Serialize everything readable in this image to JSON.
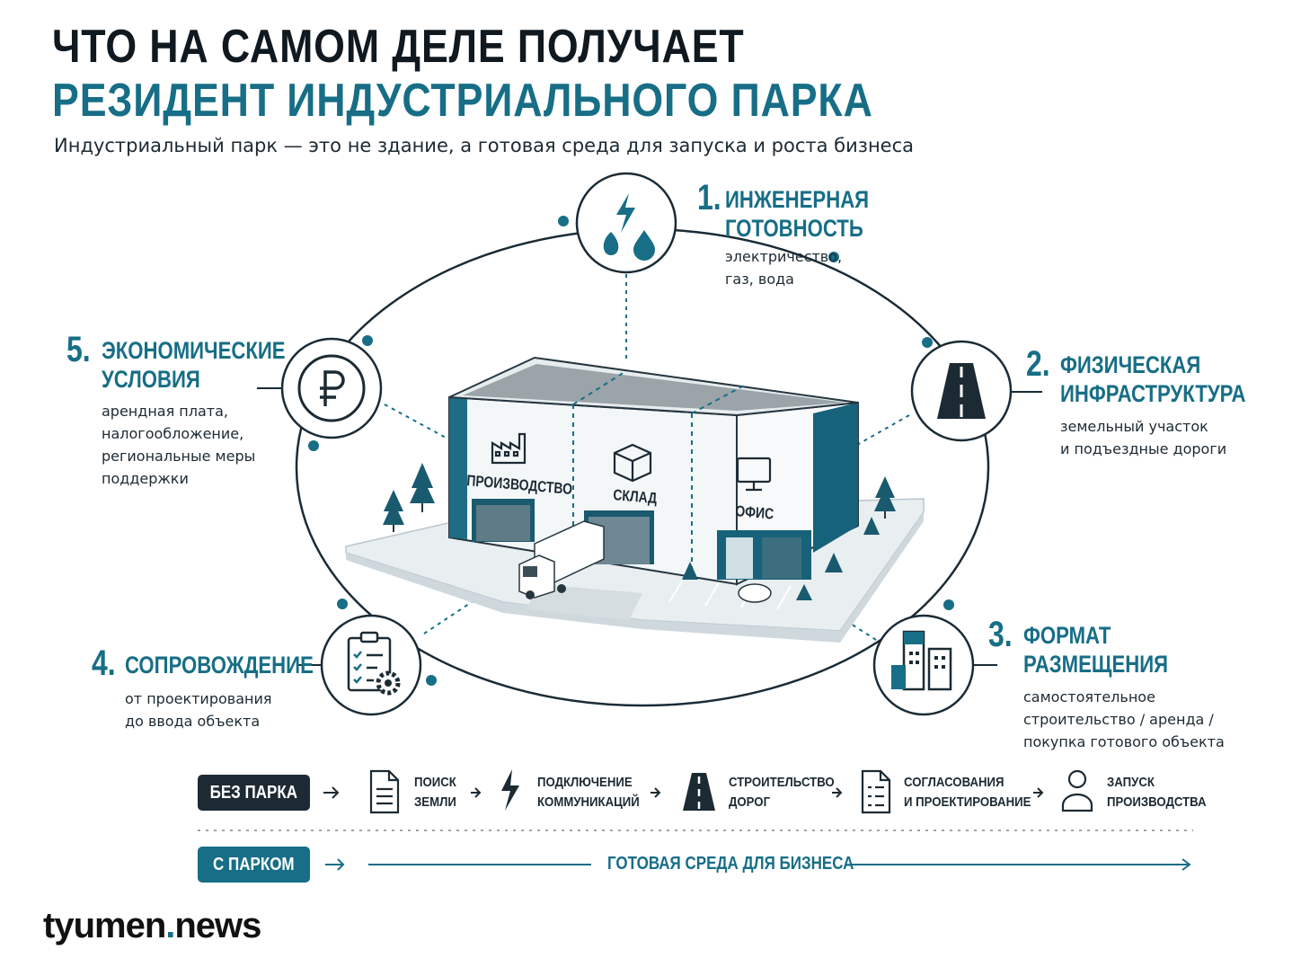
{
  "header": {
    "title_line1": "ЧТО НА САМОМ ДЕЛЕ ПОЛУЧАЕТ",
    "title_line2": "РЕЗИДЕНТ ИНДУСТРИАЛЬНОГО ПАРКА",
    "subtitle": "Индустриальный парк — это не здание, а готовая среда для запуска и роста бизнеса"
  },
  "colors": {
    "accent": "#176e86",
    "dark": "#1c2a33",
    "pill_dark": "#1e2a33",
    "line": "#1a2b36"
  },
  "building": {
    "zones": [
      {
        "label": "ПРОИЗВОДСТВО",
        "icon": "factory-icon"
      },
      {
        "label": "СКЛАД",
        "icon": "box-icon"
      },
      {
        "label": "ОФИС",
        "icon": "monitor-icon"
      }
    ]
  },
  "benefits": [
    {
      "number": "1.",
      "title": [
        "ИНЖЕНЕРНАЯ",
        "ГОТОВНОСТЬ"
      ],
      "desc": [
        "электричество,",
        "газ, вода"
      ],
      "icon": "utilities-icon"
    },
    {
      "number": "2.",
      "title": [
        "ФИЗИЧЕСКАЯ",
        "ИНФРАСТРУКТУРА"
      ],
      "desc": [
        "земельный участок",
        "и подъездные дороги"
      ],
      "icon": "road-icon"
    },
    {
      "number": "3.",
      "title": [
        "ФОРМАТ",
        "РАЗМЕЩЕНИЯ"
      ],
      "desc": [
        "самостоятельное",
        "строительство / аренда /",
        "покупка готового объекта"
      ],
      "icon": "buildings-icon"
    },
    {
      "number": "4.",
      "title": [
        "СОПРОВОЖДЕНИЕ"
      ],
      "desc": [
        "от проектирования",
        "до ввода объекта"
      ],
      "icon": "clipboard-gear-icon"
    },
    {
      "number": "5.",
      "title": [
        "ЭКОНОМИЧЕСКИЕ",
        "УСЛОВИЯ"
      ],
      "desc": [
        "арендная плата,",
        "налогообложение,",
        "региональные меры",
        "поддержки"
      ],
      "icon": "ruble-icon"
    }
  ],
  "comparison": {
    "without_label": "БЕЗ ПАРКА",
    "steps": [
      {
        "lines": [
          "ПОИСК",
          "ЗЕМЛИ"
        ],
        "icon": "document-icon"
      },
      {
        "lines": [
          "ПОДКЛЮЧЕНИЕ",
          "КОММУНИКАЦИЙ"
        ],
        "icon": "lightning-icon"
      },
      {
        "lines": [
          "СТРОИТЕЛЬСТВО",
          "ДОРОГ"
        ],
        "icon": "road-icon"
      },
      {
        "lines": [
          "СОГЛАСОВАНИЯ",
          "И ПРОЕКТИРОВАНИЕ"
        ],
        "icon": "checklist-icon"
      },
      {
        "lines": [
          "ЗАПУСК",
          "ПРОИЗВОДСТВА"
        ],
        "icon": "person-icon"
      }
    ],
    "with_label": "С ПАРКОМ",
    "with_text": "ГОТОВАЯ СРЕДА ДЛЯ БИЗНЕСА"
  },
  "logo": {
    "name": "tyumen",
    "dot": ".",
    "suffix": "news"
  }
}
